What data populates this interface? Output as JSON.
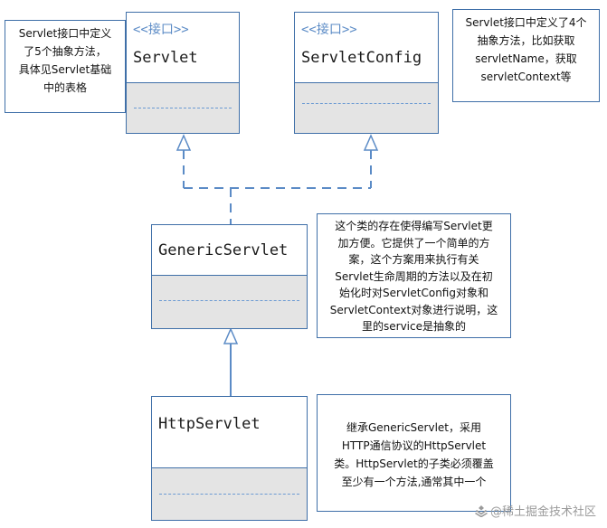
{
  "classes": {
    "servlet": {
      "stereotype": "<<接口>>",
      "name": "Servlet"
    },
    "servlet_config": {
      "stereotype": "<<接口>>",
      "name": "ServletConfig"
    },
    "generic_servlet": {
      "name": "GenericServlet"
    },
    "http_servlet": {
      "name": "HttpServlet"
    }
  },
  "notes": {
    "servlet_note": [
      "Servlet接口中定义",
      "了5个抽象方法，",
      "具体见Servlet基础",
      "中的表格"
    ],
    "config_note": [
      "Servlet接口中定义了4个",
      "抽象方法，比如获取",
      "servletName，获取",
      "servletContext等"
    ],
    "generic_note": [
      "这个类的存在使得编写Servlet更",
      "加方便。它提供了一个简单的方",
      "案，这个方案用来执行有关",
      "Servlet生命周期的方法以及在初",
      "始化时对ServletConfig对象和",
      "ServletContext对象进行说明，这",
      "里的service是抽象的"
    ],
    "http_note": [
      "继承GenericServlet，采用",
      "HTTP通信协议的HttpServlet",
      "类。HttpServlet的子类必须覆盖",
      "至少有一个方法,通常其中一个"
    ]
  },
  "watermark": "@稀土掘金技术社区",
  "colors": {
    "border": "#3f6fa8",
    "connector": "#5b8bc6",
    "body_fill": "#e4e4e4"
  }
}
